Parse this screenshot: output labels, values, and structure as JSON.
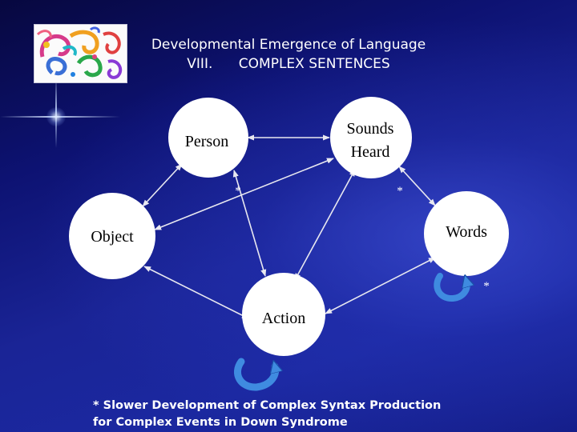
{
  "slide": {
    "title_line1": "Developmental Emergence of Language",
    "title_line2": "VIII.      COMPLEX SENTENCES",
    "footnote_line1": "* Slower Development of Complex Syntax Production",
    "footnote_line2": "for Complex Events in Down Syndrome"
  },
  "diagram": {
    "nodes": {
      "person": "Person",
      "sounds_line1": "Sounds",
      "sounds_line2": "Heard",
      "object": "Object",
      "words": "Words",
      "action": "Action"
    },
    "asterisk": "*"
  },
  "colors": {
    "background_dark": "#0d1272",
    "background_light": "#1b28a0",
    "node_fill": "#ffffff",
    "arrow": "#e8e8f0",
    "cycle_arrow": "#3f8be0"
  },
  "icons": {
    "logo": "colorful-swirl-painting",
    "cycle": "circular-cycle-arrow",
    "flare": "light-flare"
  }
}
